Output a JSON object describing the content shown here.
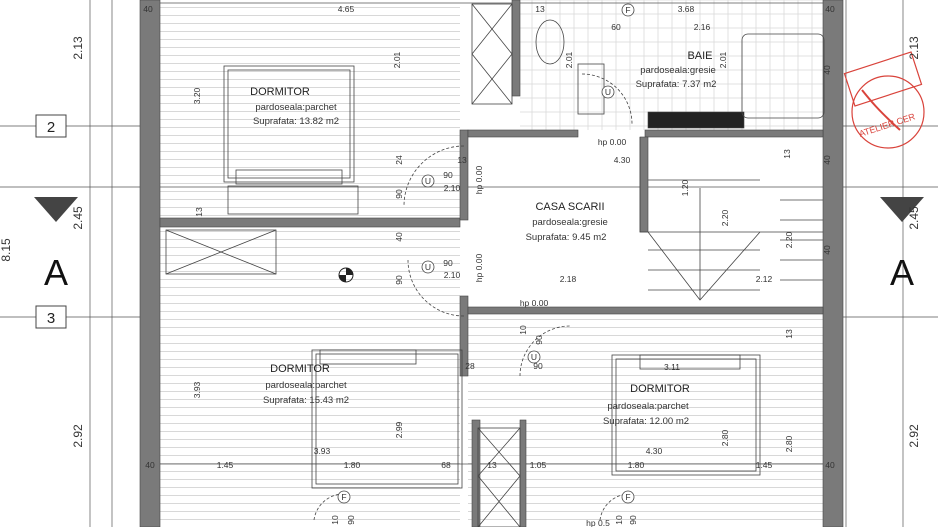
{
  "rooms": {
    "bedroom_top_left": {
      "name": "DORMITOR",
      "floor": "pardoseala:parchet",
      "area": "Suprafata: 13.82 m2"
    },
    "bathroom": {
      "name": "BAIE",
      "floor": "pardoseala:gresie",
      "area": "Suprafata: 7.37 m2"
    },
    "stairwell": {
      "name": "CASA SCARII",
      "floor": "pardoseala:gresie",
      "area": "Suprafata: 9.45 m2"
    },
    "bedroom_bottom_left": {
      "name": "DORMITOR",
      "floor": "pardoseala:parchet",
      "area": "Suprafata: 15.43 m2"
    },
    "bedroom_bottom_right": {
      "name": "DORMITOR",
      "floor": "pardoseala:parchet",
      "area": "Suprafata: 12.00 m2"
    }
  },
  "axes": {
    "axis_2": "2",
    "axis_3": "3",
    "section_left": "A",
    "section_right": "A"
  },
  "left_dims": {
    "d1": "2.13",
    "d2": "2.45",
    "d3": "2.92",
    "total": "8.15"
  },
  "right_dims": {
    "d1": "2.13",
    "d2": "2.45",
    "d3": "2.92"
  },
  "dims": {
    "top_40": "40",
    "top_465": "4.65",
    "top_13a": "13",
    "top_368": "3.68",
    "top_40b": "40",
    "bath_60": "60",
    "bath_216": "2.16",
    "v_201a": "2.01",
    "v_201b": "2.01",
    "v_201c": "2.01",
    "v_320": "3.20",
    "v_40a": "40",
    "v_40b": "40",
    "v_13a": "13",
    "v_24": "24",
    "c_13": "13",
    "c_90a": "90",
    "c_210a": "2.10",
    "c_hp1": "hp 0.00",
    "c_90b": "90",
    "c_210b": "2.10",
    "c_hp2": "hp 0.00",
    "c_40": "40",
    "c_90c": "90",
    "c_90d": "90",
    "hp_top": "hp 0.00",
    "d_430": "4.30",
    "d_13r": "13",
    "d_40r": "40",
    "d_120": "1.20",
    "d_220": "2.20",
    "d_220b": "2.20",
    "d_212": "2.12",
    "d_218": "2.18",
    "hp_mid": "hp 0.00",
    "d_10": "10",
    "d_90e": "90",
    "d_90f": "90",
    "d_28": "28",
    "d_13m": "13",
    "d_393v": "3.93",
    "d_299": "2.99",
    "d_393h": "3.93",
    "d_311": "3.11",
    "d_280a": "2.80",
    "d_280b": "2.80",
    "d_430b": "4.30",
    "b_40a": "40",
    "b_145a": "1.45",
    "b_180a": "1.80",
    "b_68": "68",
    "b_13": "13",
    "b_105": "1.05",
    "b_180b": "1.80",
    "b_145b": "1.45",
    "b_40b": "40",
    "f1": "F",
    "f2": "F",
    "f3": "F",
    "u1": "U",
    "u2": "U",
    "u3": "U",
    "u4": "U",
    "bot_10a": "10",
    "bot_90a": "90",
    "bot_10b": "10",
    "bot_90b": "90",
    "bot_hp": "hp 0.5"
  },
  "stamp": {
    "text": "ATELIER CER"
  },
  "colors": {
    "wall": "#7a7a7a",
    "line": "#444444",
    "hatch": "#cfcfcf",
    "stamp": "#d9433b"
  }
}
